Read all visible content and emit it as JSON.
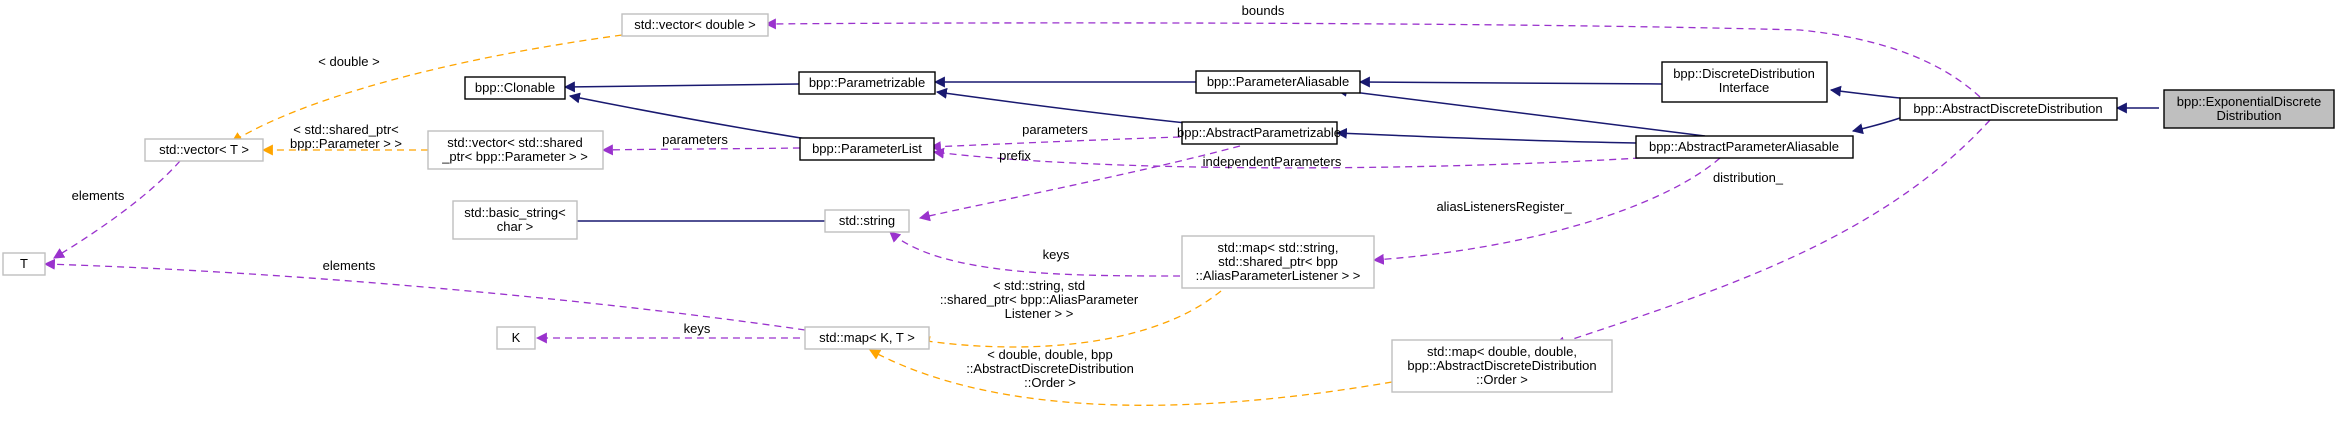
{
  "nodes": {
    "exp": [
      "bpp::ExponentialDiscrete",
      "Distribution"
    ],
    "adist": [
      "bpp::AbstractDiscreteDistribution"
    ],
    "ddi": [
      "bpp::DiscreteDistribution",
      "Interface"
    ],
    "apal": [
      "bpp::AbstractParameterAliasable"
    ],
    "palias": [
      "bpp::ParameterAliasable"
    ],
    "aparam": [
      "bpp::AbstractParametrizable"
    ],
    "param": [
      "bpp::Parametrizable"
    ],
    "plist": [
      "bpp::ParameterList"
    ],
    "clon": [
      "bpp::Clonable"
    ],
    "vecdbl": [
      "std::vector< double >"
    ],
    "vecT": [
      "std::vector< T >"
    ],
    "vecsp": [
      "std::vector< std::shared",
      "_ptr< bpp::Parameter > >"
    ],
    "T": [
      "T"
    ],
    "bstr": [
      "std::basic_string<",
      "char >"
    ],
    "str": [
      "std::string"
    ],
    "mapal": [
      "std::map< std::string,",
      "std::shared_ptr< bpp",
      "::AliasParameterListener > >"
    ],
    "K": [
      "K"
    ],
    "mapKT": [
      "std::map< K, T >"
    ],
    "mapdd": [
      "std::map< double, double,",
      "bpp::AbstractDiscreteDistribution",
      "::Order >"
    ]
  },
  "edge_labels": {
    "bounds": [
      "bounds"
    ],
    "double": [
      "< double >"
    ],
    "sharedParam": [
      "< std::shared_ptr<",
      "bpp::Parameter > >"
    ],
    "elementsT": [
      "elements"
    ],
    "parameters1": [
      "parameters"
    ],
    "parameters2": [
      "parameters"
    ],
    "prefix": [
      "prefix"
    ],
    "independentParameters": [
      "independentParameters"
    ],
    "distribution": [
      "distribution_"
    ],
    "aliasListeners": [
      "aliasListenersRegister_"
    ],
    "keysStr": [
      "keys"
    ],
    "elementsMap": [
      "elements"
    ],
    "keysK": [
      "keys"
    ],
    "tmplAlias": [
      "< std::string, std",
      "::shared_ptr< bpp::AliasParameter",
      "Listener > >"
    ],
    "tmplOrder": [
      "< double, double, bpp",
      "::AbstractDiscreteDistribution",
      "::Order >"
    ]
  },
  "colors": {
    "inheritance": "#191970",
    "usage": "#9a32cd",
    "template": "#ffa500",
    "focus_fill": "#bfbfbf",
    "weak_border": "#bfbfbf"
  }
}
